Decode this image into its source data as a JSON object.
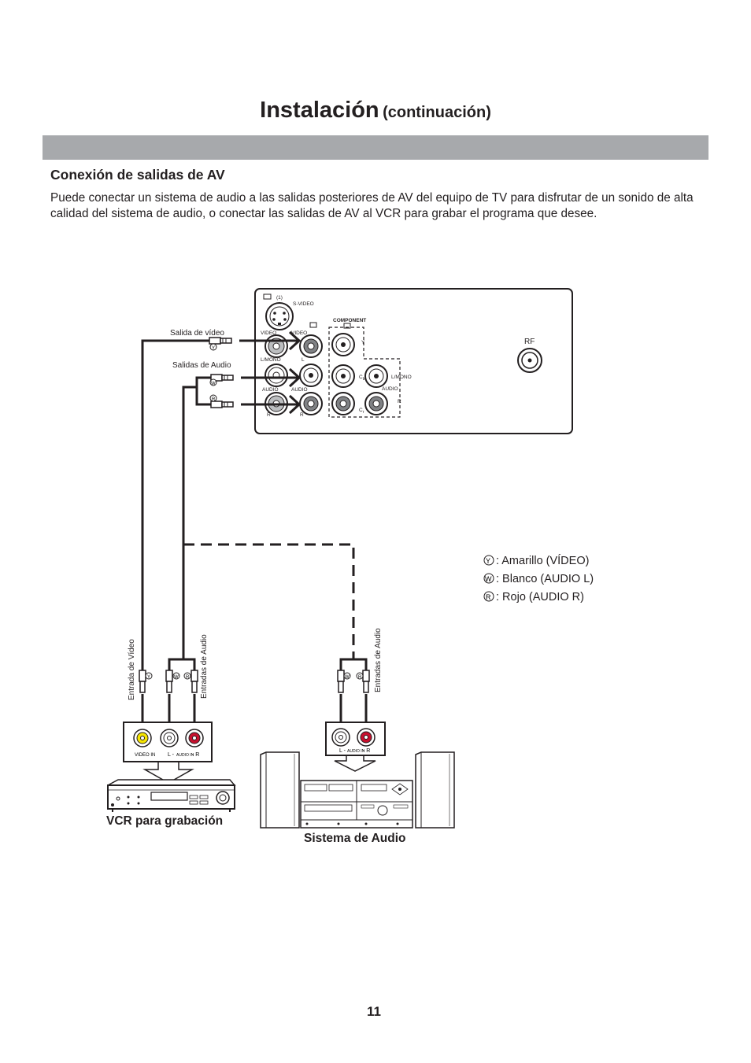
{
  "title": {
    "main": "Instalación",
    "sub": "(continuación)"
  },
  "section": {
    "heading": "Conexión de salidas de AV",
    "intro": "Puede conectar un sistema de audio a las salidas posteriores de AV del equipo de TV para disfrutar de un sonido de alta calidad del sistema de audio, o conectar las salidas de AV al VCR para grabar el programa que desee."
  },
  "tv_panel": {
    "svideo_num": "(1)",
    "svideo": "S-VIDEO",
    "component": "COMPONENT",
    "video_left": "VIDEO",
    "video_right": "VIDEO",
    "lmono_left": "L/MONO",
    "l_right": "L",
    "audio_left": "AUDIO",
    "audio_right": "AUDIO",
    "r_left": "R",
    "r_right": "R",
    "y": "Y",
    "cb": "C",
    "cb_sub": "b",
    "cr": "C",
    "cr_sub": "r",
    "comp_lmono": "L/MONO",
    "comp_audio": "AUDIO",
    "comp_r": "R",
    "rf": "RF"
  },
  "cable_labels": {
    "video_out": "Salida de vídeo",
    "audio_out": "Salidas de Audio",
    "vcr_video_in": "Entrada de Vídeo",
    "vcr_audio_in": "Entradas de Audio",
    "audio_sys_in": "Entradas de Audio"
  },
  "plug_letters": {
    "yellow": "Y",
    "white": "W",
    "red": "R"
  },
  "legend": {
    "yellow": ": Amarillo (VÍDEO)",
    "white": ": Blanco (AUDIO L)",
    "red": ": Rojo (AUDIO R)"
  },
  "vcr_panel": {
    "video_in": "VIDEO IN",
    "l": "L -",
    "audio_in": "AUDIO IN",
    "r": "- R"
  },
  "audio_panel": {
    "l": "L -",
    "audio_in": "AUDIO IN",
    "r": "- R"
  },
  "devices": {
    "vcr": "VCR para grabación",
    "audio_system": "Sistema de Audio"
  },
  "colors": {
    "yellow_jack": "#f5e400",
    "red_jack": "#c8102e",
    "grey_bar": "#a7a9ac"
  },
  "page_number": "11"
}
